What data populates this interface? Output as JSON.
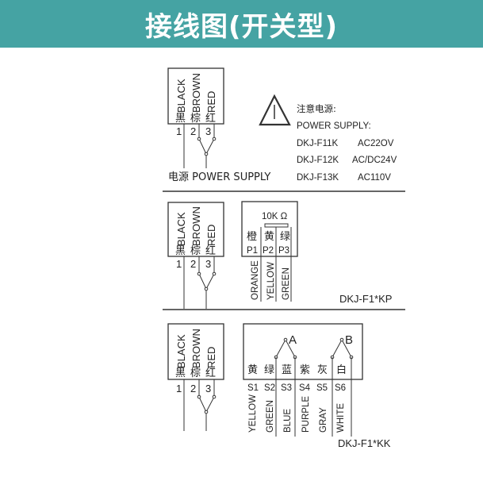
{
  "header": {
    "title": "接线图(开关型)",
    "color": "#45a3a3"
  },
  "wire_box": {
    "colors": [
      "BLACK",
      "BROWN",
      "RED"
    ],
    "colors_cn": [
      "黑",
      "棕",
      "红"
    ],
    "terminals": [
      "1",
      "2",
      "3"
    ]
  },
  "section1": {
    "supply_label": "电源 POWER SUPPLY",
    "notice": {
      "icon": "warning-triangle-icon",
      "title": "注意电源:",
      "subtitle": "POWER SUPPLY:",
      "models": [
        {
          "model": "DKJ-F11K",
          "voltage": "AC22OV"
        },
        {
          "model": "DKJ-F12K",
          "voltage": "AC/DC24V"
        },
        {
          "model": "DKJ-F13K",
          "voltage": "AC110V"
        }
      ]
    }
  },
  "section2": {
    "resistance": "10K Ω",
    "colors_cn": [
      "橙",
      "黄",
      "绿"
    ],
    "pins": [
      "P1",
      "P2",
      "P3"
    ],
    "wires": [
      "ORANGE",
      "YELLOW",
      "GREEN"
    ],
    "model": "DKJ-F1*KP"
  },
  "section3": {
    "switch_a": "A",
    "switch_b": "B",
    "colors_cn": [
      "黄",
      "绿",
      "蓝",
      "紫",
      "灰",
      "白"
    ],
    "pins": [
      "S1",
      "S2",
      "S3",
      "S4",
      "S5",
      "S6"
    ],
    "wires": [
      "YELLOW",
      "GREEN",
      "BLUE",
      "PURPLE",
      "GRAY",
      "WHITE"
    ],
    "model": "DKJ-F1*KK"
  }
}
